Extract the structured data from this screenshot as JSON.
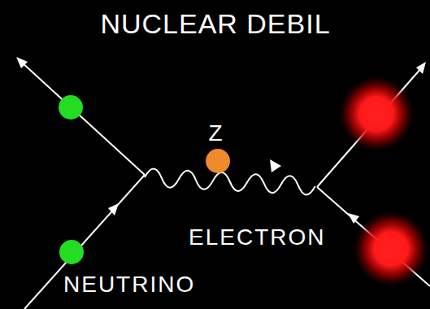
{
  "diagram": {
    "title": "NUCLEAR DEBIL",
    "labels": [
      "Z",
      "ELECTRON",
      "NEUTRINO"
    ]
  }
}
